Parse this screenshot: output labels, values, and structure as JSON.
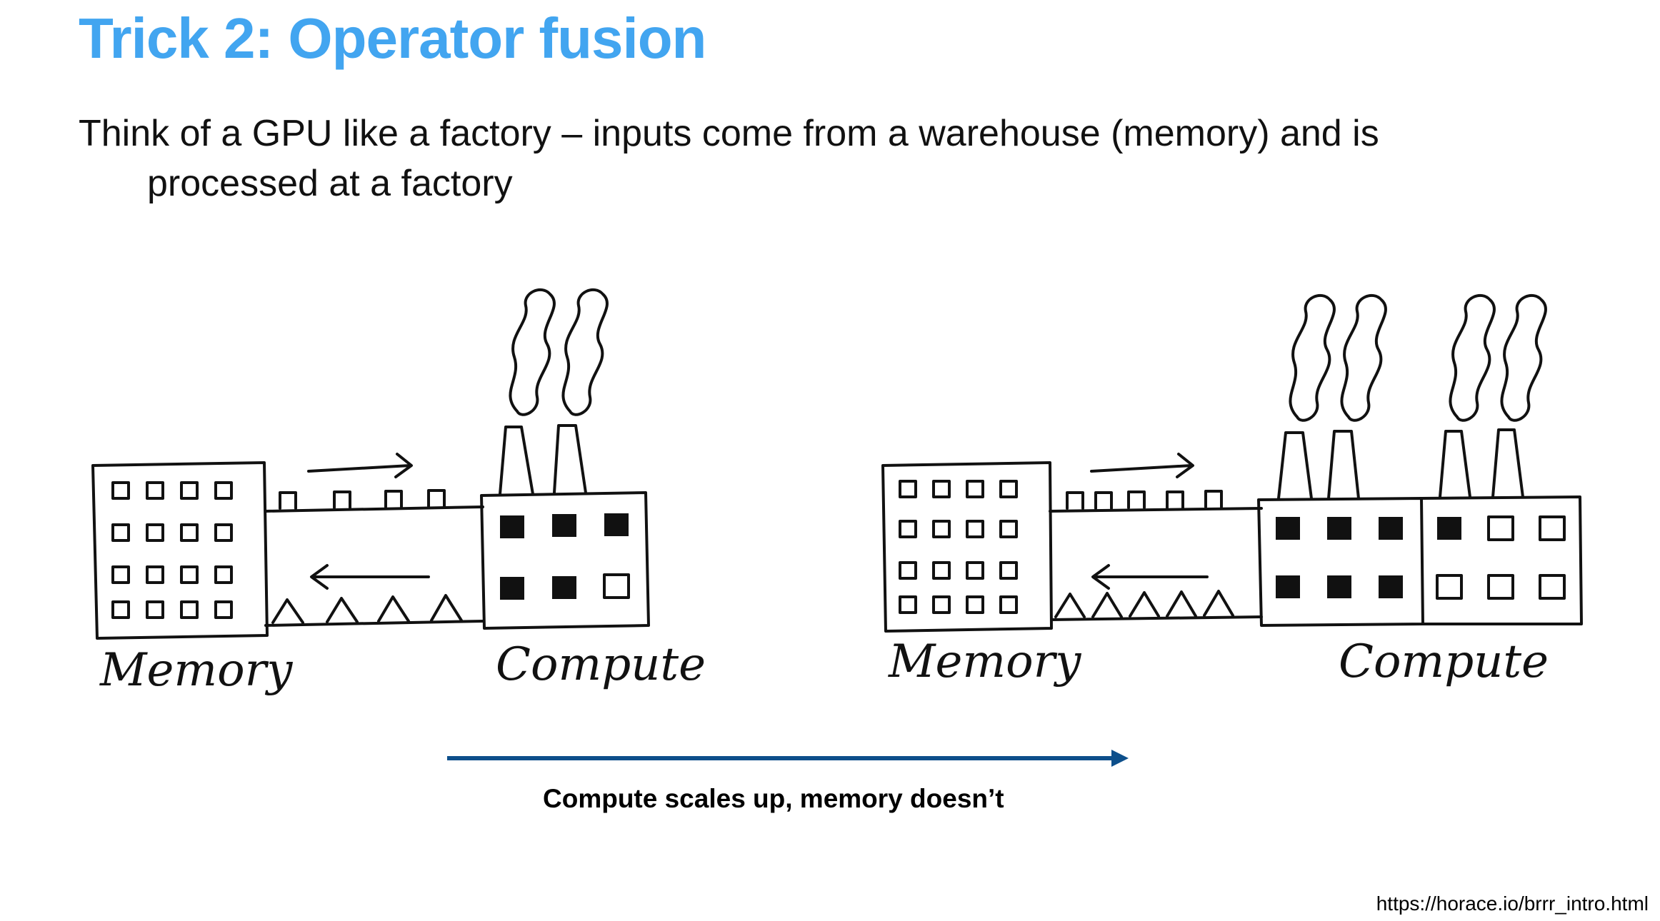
{
  "slide": {
    "title": "Trick 2: Operator fusion",
    "subtitle_line1": "Think of a GPU like a factory – inputs come from a warehouse (memory) and is",
    "subtitle_line2": "processed at a factory",
    "caption": "Compute scales up, memory doesn’t",
    "url": "https://horace.io/brrr_intro.html"
  },
  "diagram": {
    "left": {
      "memory_label": "Memory",
      "compute_label": "Compute",
      "factory_units": 1,
      "filled_windows": 5
    },
    "right": {
      "memory_label": "Memory",
      "compute_label": "Compute",
      "factory_units": 2,
      "filled_windows": 7
    },
    "arrow_color": "#0d4f8b",
    "title_color": "#42a5f0"
  }
}
